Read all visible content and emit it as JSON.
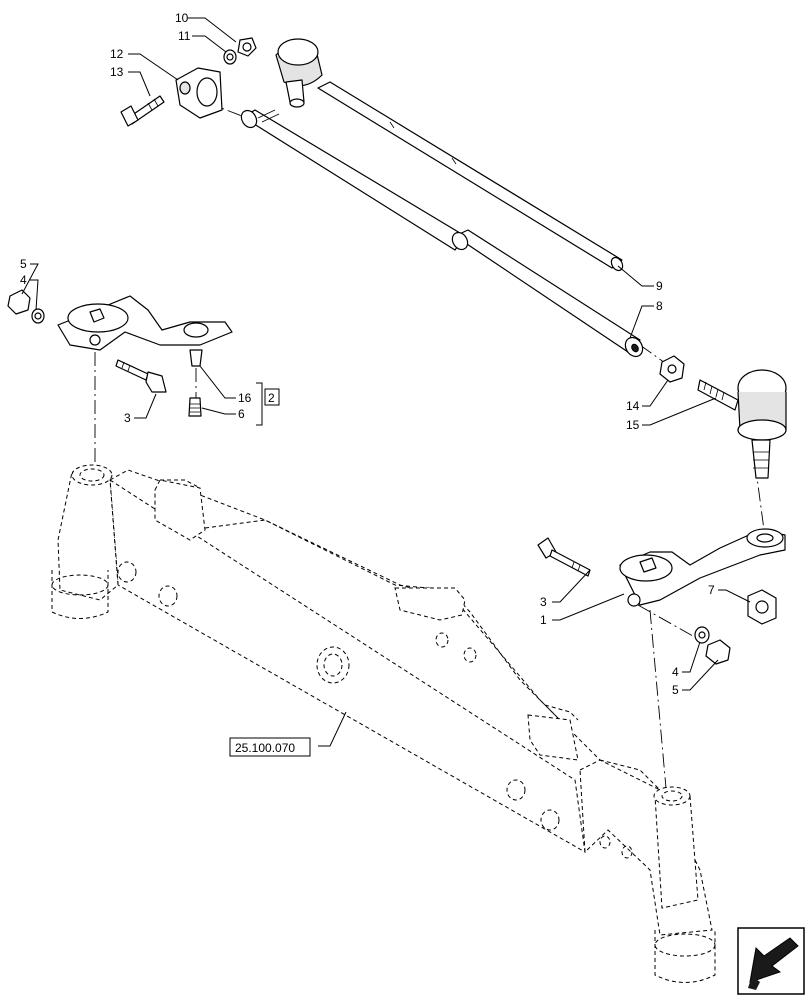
{
  "callouts": {
    "c1": "1",
    "c2": "2",
    "c3a": "3",
    "c3b": "3",
    "c4a": "4",
    "c4b": "4",
    "c5a": "5",
    "c5b": "5",
    "c6": "6",
    "c7": "7",
    "c8": "8",
    "c9": "9",
    "c10": "10",
    "c11": "11",
    "c12": "12",
    "c13": "13",
    "c14": "14",
    "c15": "15",
    "c16": "16"
  },
  "reference": {
    "axle_ref": "25.100.070"
  },
  "icons": {
    "nav": "arrow-bottom-left-icon"
  }
}
